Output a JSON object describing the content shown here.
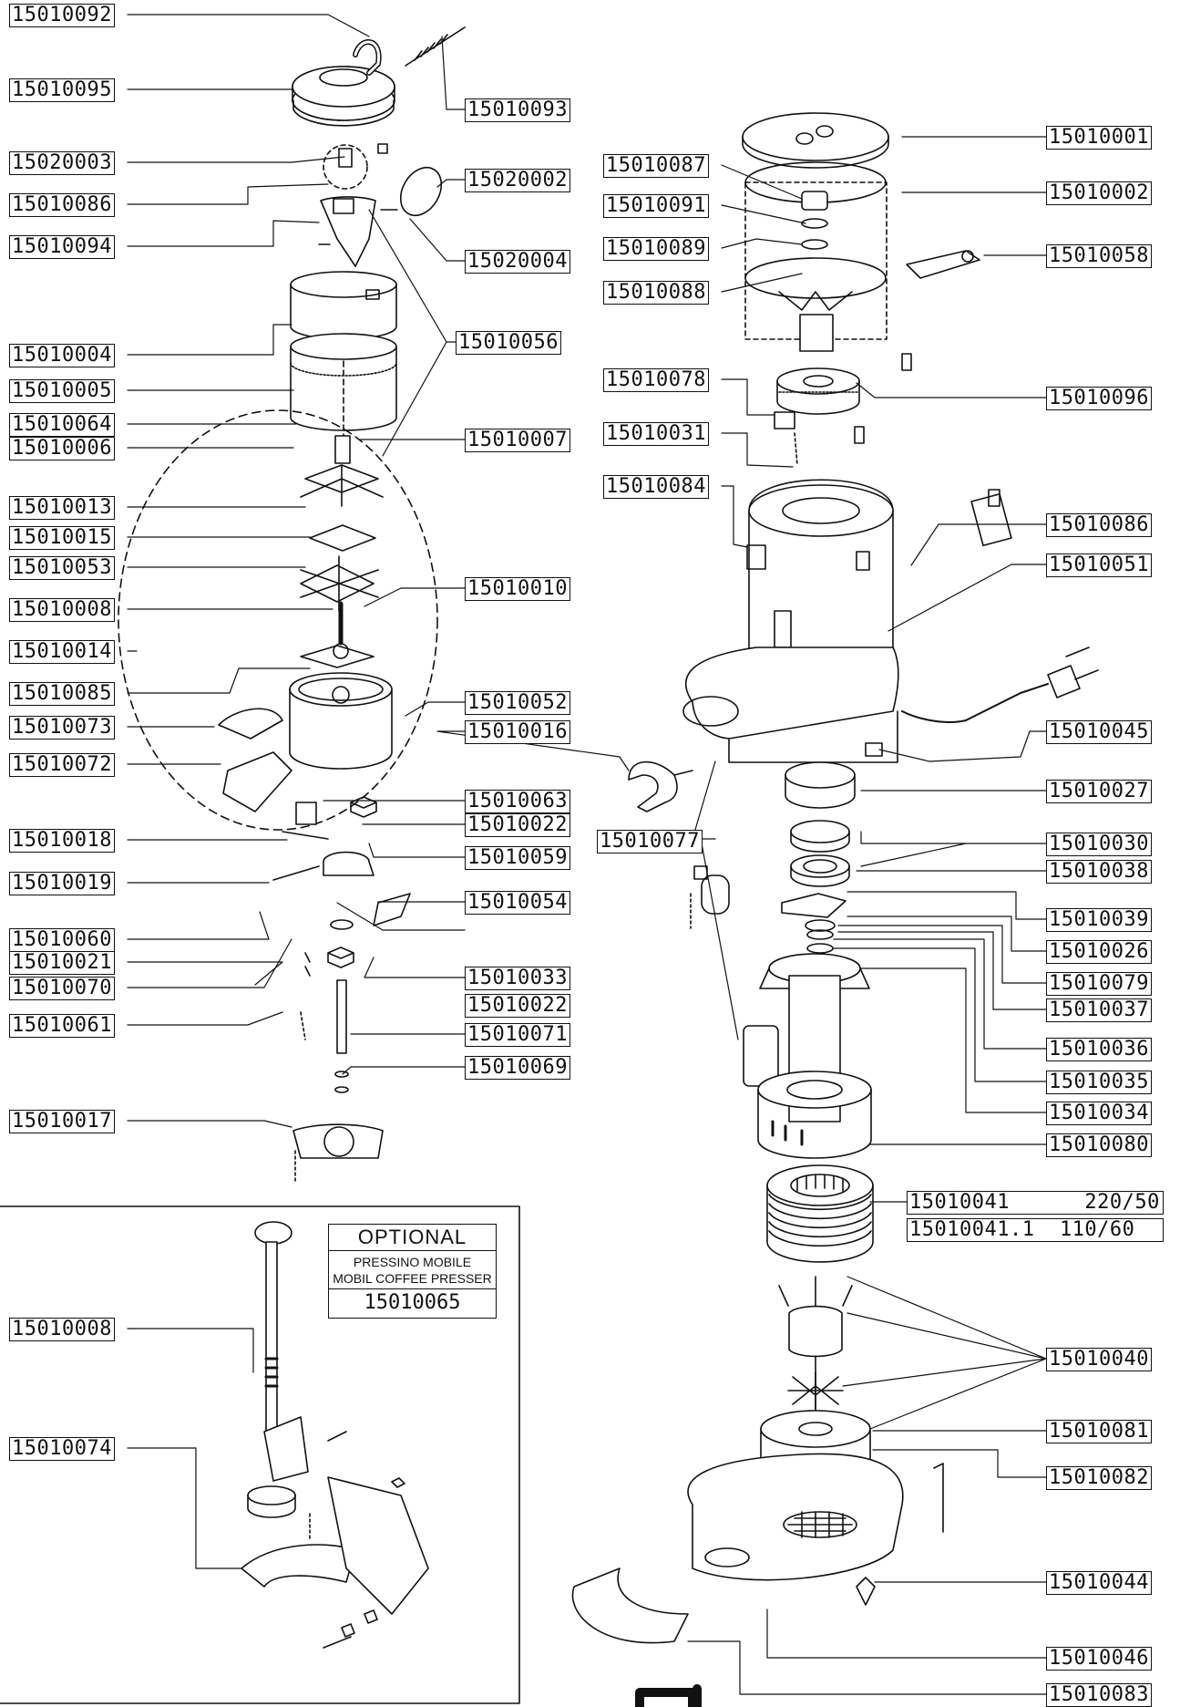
{
  "labels_left": [
    {
      "id": "l1",
      "text": "15010092"
    },
    {
      "id": "l2",
      "text": "15010095"
    },
    {
      "id": "l3",
      "text": "15010093"
    },
    {
      "id": "l4",
      "text": "15020003"
    },
    {
      "id": "l5",
      "text": "15020002"
    },
    {
      "id": "l6",
      "text": "15010086"
    },
    {
      "id": "l7",
      "text": "15010094"
    },
    {
      "id": "l8",
      "text": "15020004"
    },
    {
      "id": "l9",
      "text": "15010056"
    },
    {
      "id": "l10",
      "text": "15010004"
    },
    {
      "id": "l11",
      "text": "15010005"
    },
    {
      "id": "l12",
      "text": "15010064"
    },
    {
      "id": "l13",
      "text": "15010006"
    },
    {
      "id": "l14",
      "text": "15010007"
    },
    {
      "id": "l15",
      "text": "15010013"
    },
    {
      "id": "l16",
      "text": "15010015"
    },
    {
      "id": "l17",
      "text": "15010053"
    },
    {
      "id": "l18",
      "text": "15010010"
    },
    {
      "id": "l19",
      "text": "15010008"
    },
    {
      "id": "l20",
      "text": "15010014"
    },
    {
      "id": "l21",
      "text": "15010085"
    },
    {
      "id": "l22",
      "text": "15010052"
    },
    {
      "id": "l23",
      "text": "15010073"
    },
    {
      "id": "l24",
      "text": "15010016"
    },
    {
      "id": "l25",
      "text": "15010072"
    },
    {
      "id": "l26",
      "text": "15010063"
    },
    {
      "id": "l27",
      "text": "15010022"
    },
    {
      "id": "l28",
      "text": "15010018"
    },
    {
      "id": "l29",
      "text": "15010059"
    },
    {
      "id": "l30",
      "text": "15010019"
    },
    {
      "id": "l31",
      "text": "15010054"
    },
    {
      "id": "l32",
      "text": "15010060"
    },
    {
      "id": "l33",
      "text": "15010021"
    },
    {
      "id": "l34",
      "text": "15010070"
    },
    {
      "id": "l35",
      "text": "15010033"
    },
    {
      "id": "l36",
      "text": "15010022"
    },
    {
      "id": "l37",
      "text": "15010061"
    },
    {
      "id": "l38",
      "text": "15010071"
    },
    {
      "id": "l39",
      "text": "15010069"
    },
    {
      "id": "l40",
      "text": "15010017"
    },
    {
      "id": "l41",
      "text": "15010008"
    },
    {
      "id": "l42",
      "text": "15010074"
    }
  ],
  "labels_right": [
    {
      "id": "r1",
      "text": "15010001"
    },
    {
      "id": "r2",
      "text": "15010087"
    },
    {
      "id": "r3",
      "text": "15010002"
    },
    {
      "id": "r4",
      "text": "15010091"
    },
    {
      "id": "r5",
      "text": "15010089"
    },
    {
      "id": "r6",
      "text": "15010058"
    },
    {
      "id": "r7",
      "text": "15010088"
    },
    {
      "id": "r8",
      "text": "15010078"
    },
    {
      "id": "r9",
      "text": "15010096"
    },
    {
      "id": "r10",
      "text": "15010031"
    },
    {
      "id": "r11",
      "text": "15010084"
    },
    {
      "id": "r12",
      "text": "15010086"
    },
    {
      "id": "r13",
      "text": "15010051"
    },
    {
      "id": "r14",
      "text": "15010045"
    },
    {
      "id": "r15",
      "text": "15010027"
    },
    {
      "id": "r16",
      "text": "15010077"
    },
    {
      "id": "r17",
      "text": "15010030"
    },
    {
      "id": "r18",
      "text": "15010038"
    },
    {
      "id": "r19",
      "text": "15010039"
    },
    {
      "id": "r20",
      "text": "15010026"
    },
    {
      "id": "r21",
      "text": "15010079"
    },
    {
      "id": "r22",
      "text": "15010037"
    },
    {
      "id": "r23",
      "text": "15010036"
    },
    {
      "id": "r24",
      "text": "15010035"
    },
    {
      "id": "r25",
      "text": "15010034"
    },
    {
      "id": "r26",
      "text": "15010080"
    },
    {
      "id": "r27",
      "text": "15010041      220/50"
    },
    {
      "id": "r28",
      "text": "15010041.1  110/60"
    },
    {
      "id": "r29",
      "text": "15010040"
    },
    {
      "id": "r30",
      "text": "15010081"
    },
    {
      "id": "r31",
      "text": "15010082"
    },
    {
      "id": "r32",
      "text": "15010044"
    },
    {
      "id": "r33",
      "text": "15010046"
    },
    {
      "id": "r34",
      "text": "15010083"
    }
  ],
  "optional_box": {
    "title": "OPTIONAL",
    "subtitle_line1": "PRESSINO MOBILE",
    "subtitle_line2": "MOBIL COFFEE PRESSER",
    "code": "15010065"
  },
  "colors": {
    "ink": "#111111",
    "paper": "#ffffff",
    "part_fill": "#f2f2f2"
  }
}
